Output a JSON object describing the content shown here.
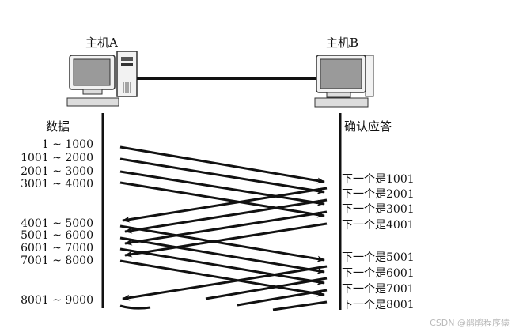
{
  "hosts": {
    "a": "主机A",
    "b": "主机B"
  },
  "headers": {
    "data": "数据",
    "ack": "确认应答"
  },
  "data_segments": [
    "1 ~ 1000",
    "1001 ~ 2000",
    "2001 ~ 3000",
    "3001 ~ 4000",
    "4001 ~ 5000",
    "5001 ~ 6000",
    "6001 ~ 7000",
    "7001 ~ 8000",
    "8001 ~ 9000"
  ],
  "acks": [
    "下一个是1001",
    "下一个是2001",
    "下一个是3001",
    "下一个是4001",
    "下一个是5001",
    "下一个是6001",
    "下一个是7001",
    "下一个是8001"
  ],
  "watermark": "CSDN @鹃鹃程序猿"
}
